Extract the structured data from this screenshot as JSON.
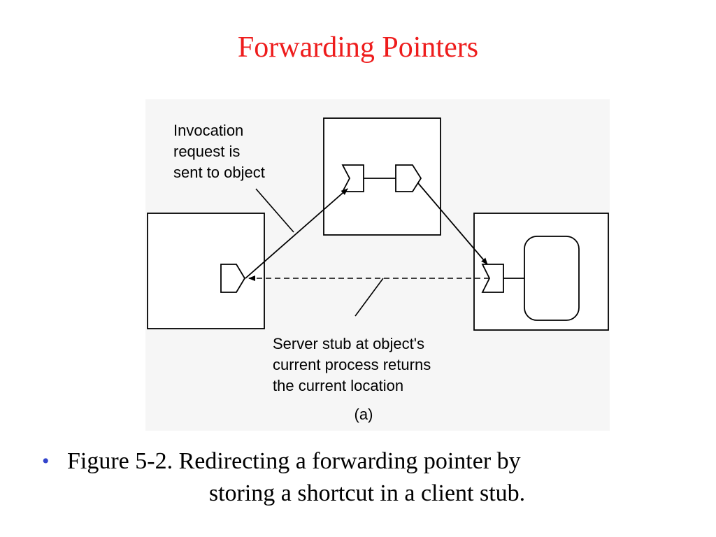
{
  "title": "Forwarding Pointers",
  "colors": {
    "title": "#ee1c1c",
    "bullet": "#3344cc",
    "diagram_background": "#f6f6f6",
    "ink": "#000000"
  },
  "diagram": {
    "label_invocation": [
      "Invocation",
      "request is",
      "sent to object"
    ],
    "label_server_stub": [
      "Server stub at object's",
      "current process returns",
      "the current location"
    ],
    "caption": "(a)"
  },
  "bullet": {
    "line1": "Figure 5-2. Redirecting a forwarding pointer by",
    "line2": "storing a shortcut in a client stub."
  }
}
